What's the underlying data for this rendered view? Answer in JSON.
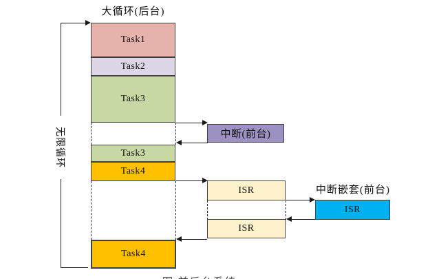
{
  "title": "大循环(后台)",
  "loop_label": "无限循环",
  "background_stack": {
    "segments": [
      {
        "label": "Task1",
        "color_key": "task1"
      },
      {
        "label": "Task2",
        "color_key": "task2"
      },
      {
        "label": "Task3",
        "color_key": "task3"
      },
      {
        "label": "",
        "color_key": "gap"
      },
      {
        "label": "Task3",
        "color_key": "task3"
      },
      {
        "label": "Task4",
        "color_key": "task4"
      },
      {
        "label": "",
        "color_key": "gap"
      },
      {
        "label": "Task4",
        "color_key": "task4"
      }
    ]
  },
  "foreground": {
    "interrupt_label": "中断(前台)",
    "isr_top_label": "ISR",
    "isr_bottom_label": "ISR",
    "nested_title": "中断嵌套(前台)",
    "nested_isr_label": "ISR"
  },
  "caption_partial": "图 前后台系统",
  "colors": {
    "task1": "#e5b3ac",
    "task2": "#dcd6e6",
    "task3": "#c7d8a3",
    "task4": "#ffc000",
    "interrupt": "#9d91c1",
    "isr": "#fdf2cc",
    "nested_isr": "#00b0f0",
    "border": "#404040",
    "line": "#1a1a1a"
  }
}
